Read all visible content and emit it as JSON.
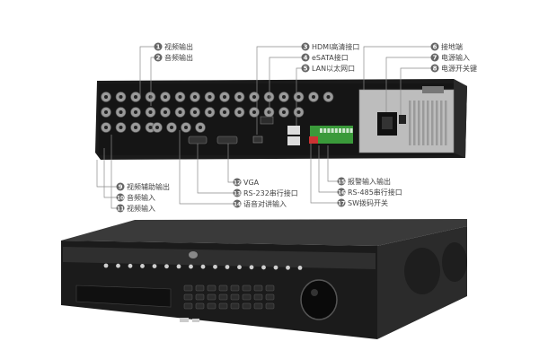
{
  "callouts": [
    {
      "n": "1",
      "text": "视频输出"
    },
    {
      "n": "2",
      "text": "音频输出"
    },
    {
      "n": "3",
      "text": "HDMI高清接口"
    },
    {
      "n": "4",
      "text": "eSATA接口"
    },
    {
      "n": "5",
      "text": "LAN以太网口"
    },
    {
      "n": "6",
      "text": "接地端"
    },
    {
      "n": "7",
      "text": "电源输入"
    },
    {
      "n": "8",
      "text": "电源开关键"
    },
    {
      "n": "9",
      "text": "视频辅助输出"
    },
    {
      "n": "10",
      "text": "音频输入"
    },
    {
      "n": "11",
      "text": "视频输入"
    },
    {
      "n": "12",
      "text": "VGA"
    },
    {
      "n": "13",
      "text": "RS-232串行接口"
    },
    {
      "n": "14",
      "text": "语音对讲输入"
    },
    {
      "n": "15",
      "text": "报警输入输出"
    },
    {
      "n": "16",
      "text": "RS-485串行接口"
    },
    {
      "n": "17",
      "text": "SW拨码开关"
    }
  ],
  "colors": {
    "callout": "#666666",
    "line": "#8a8a8a",
    "device": "#1c1c1c",
    "panel": "#111111"
  }
}
